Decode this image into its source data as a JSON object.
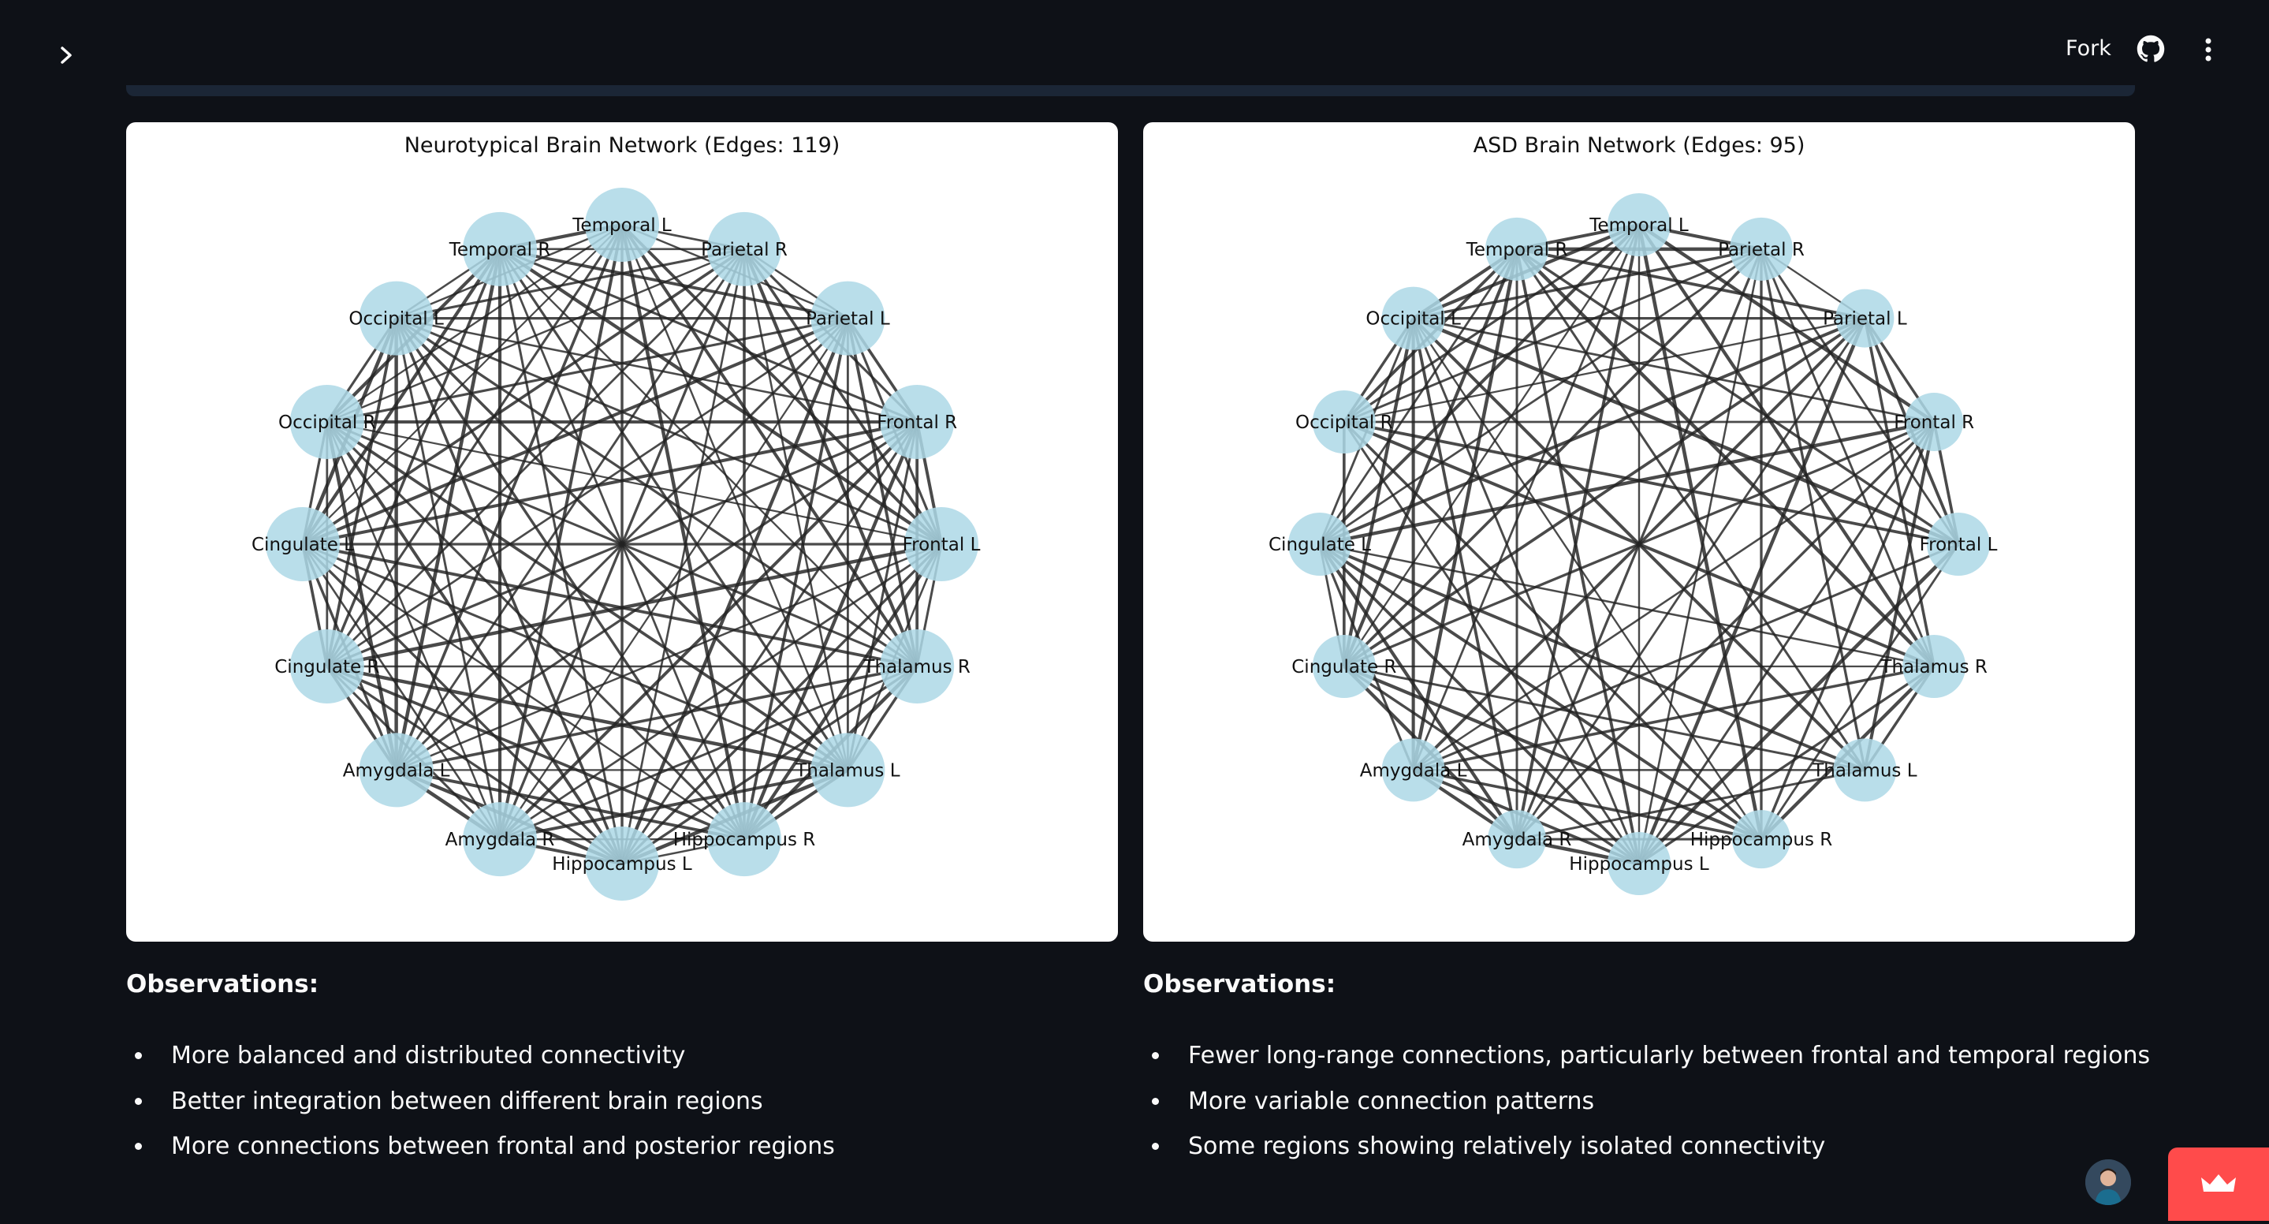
{
  "header": {
    "fork_label": "Fork",
    "sidebar_toggle_icon": "chevron-right-icon",
    "github_icon": "github-icon",
    "menu_icon": "vertical-dots-menu-icon"
  },
  "colors": {
    "background": "#0e1117",
    "panel": "#ffffff",
    "node_fill": "#add8e6",
    "edge": "#222222",
    "deploy_button": "#ff4b4b"
  },
  "networks": [
    {
      "title": "Neurotypical Brain Network (Edges: 119)",
      "nodes": [
        "Temporal L",
        "Parietal R",
        "Parietal L",
        "Frontal R",
        "Frontal L",
        "Thalamus R",
        "Thalamus L",
        "Hippocampus R",
        "Hippocampus L",
        "Amygdala R",
        "Amygdala L",
        "Cingulate R",
        "Cingulate L",
        "Occipital R",
        "Occipital L",
        "Temporal R"
      ],
      "edge_count": 119
    },
    {
      "title": "ASD Brain Network (Edges: 95)",
      "nodes": [
        "Temporal L",
        "Parietal R",
        "Parietal L",
        "Frontal R",
        "Frontal L",
        "Thalamus R",
        "Thalamus L",
        "Hippocampus R",
        "Hippocampus L",
        "Amygdala R",
        "Amygdala L",
        "Cingulate R",
        "Cingulate L",
        "Occipital R",
        "Occipital L",
        "Temporal R"
      ],
      "edge_count": 95
    }
  ],
  "observations_left": {
    "title": "Observations:",
    "items": [
      "More balanced and distributed connectivity",
      "Better integration between different brain regions",
      "More connections between frontal and posterior regions"
    ]
  },
  "observations_right": {
    "title": "Observations:",
    "items": [
      "Fewer long-range connections, particularly between frontal and temporal regions",
      "More variable connection patterns",
      "Some regions showing relatively isolated connectivity"
    ]
  },
  "footer": {
    "avatar_icon": "user-avatar-icon",
    "deploy_icon": "crown-icon"
  }
}
